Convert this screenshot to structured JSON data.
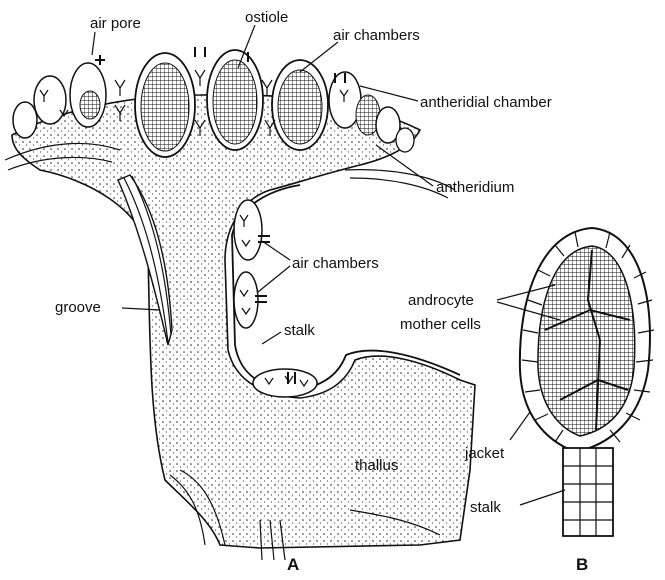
{
  "figure": {
    "panel_a": {
      "letter": "A",
      "labels": {
        "air_pore": "air pore",
        "ostiole": "ostiole",
        "air_chambers_top": "air chambers",
        "antheridial_chamber": "antheridial chamber",
        "antheridium": "antheridium",
        "air_chambers_mid": "air chambers",
        "groove": "groove",
        "stalk": "stalk",
        "thallus": "thallus"
      }
    },
    "panel_b": {
      "letter": "B",
      "labels": {
        "androcyte_line1": "androcyte",
        "androcyte_line2": "mother cells",
        "jacket": "jacket",
        "stalk": "stalk"
      }
    }
  }
}
